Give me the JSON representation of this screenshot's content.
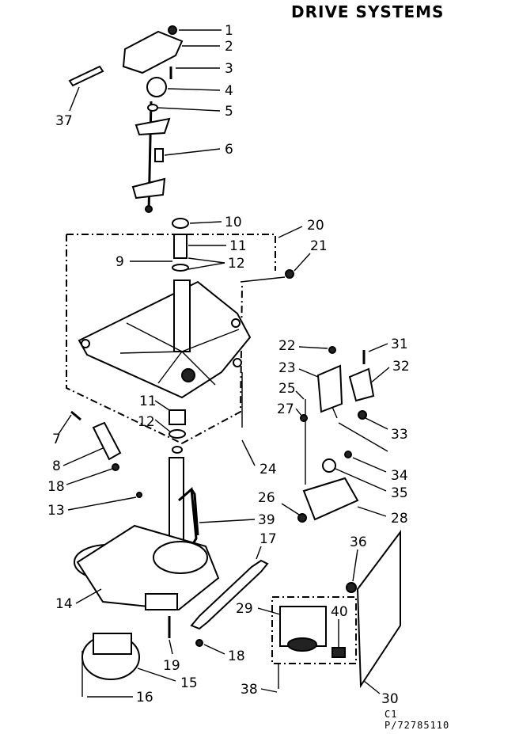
{
  "header": {
    "title": "DRIVE SYSTEMS"
  },
  "callouts": [
    "1",
    "2",
    "3",
    "4",
    "5",
    "6",
    "37",
    "10",
    "20",
    "11",
    "9",
    "12",
    "21",
    "22",
    "31",
    "23",
    "32",
    "25",
    "27",
    "33",
    "11",
    "12",
    "7",
    "24",
    "8",
    "18",
    "34",
    "35",
    "13",
    "26",
    "28",
    "39",
    "17",
    "36",
    "14",
    "29",
    "40",
    "18",
    "19",
    "15",
    "16",
    "38",
    "30"
  ],
  "footer": {
    "code_line1": "C1",
    "code_line2": "P/72785110"
  }
}
